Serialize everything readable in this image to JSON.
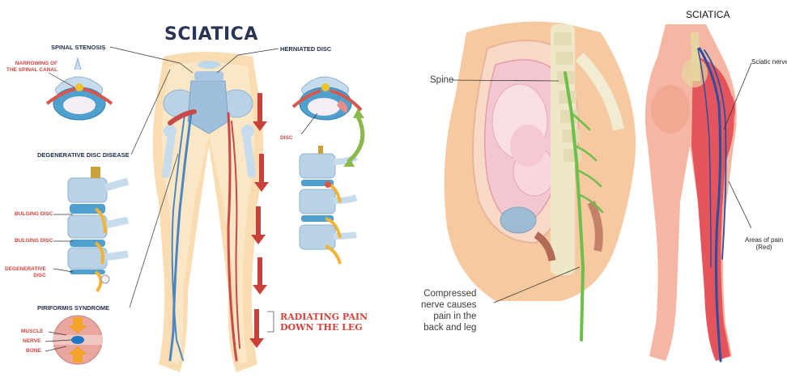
{
  "left": {
    "title": "SCIATICA",
    "labels": {
      "spinal_stenosis": "SPINAL STENOSIS",
      "narrowing": "NARROWING OF\nTHE SPINAL CANAL",
      "herniated_disc": "HERNIATED DISC",
      "disc": "DISC",
      "degenerative_disease": "DEGENERATIVE DISC DISEASE",
      "bulging_disc_1": "BULGING DISC",
      "bulging_disc_2": "BULGING DISC",
      "degenerative_disc": "DEGENERATIVE\nDISC",
      "piriformis": "PIRIFORMIS SYNDROME",
      "muscle": "MUSCLE",
      "nerve": "NERVE",
      "bone": "BONE",
      "radiating": "RADIATING PAIN\nDOWN THE LEG"
    },
    "colors": {
      "skin": "#f9dcb1",
      "bone": "#b9d2e6",
      "nerve_red": "#c84a47",
      "nerve_blue": "#4a86c2",
      "arrow": "#c9403b",
      "navy": "#1f2d4d"
    }
  },
  "right": {
    "title": "SCIATICA",
    "labels": {
      "spine": "Spine",
      "compressed": "Compressed\nnerve causes\npain in the\nback and leg",
      "sciatic_nerve": "Sciatic nerve",
      "areas_of_pain": "Areas of pain\n(Red)"
    },
    "colors": {
      "skin": "#f6c9a0",
      "pain": "#e0434d",
      "nerve_green": "#6cc04a",
      "nerve_blue": "#2a4fa0"
    }
  }
}
